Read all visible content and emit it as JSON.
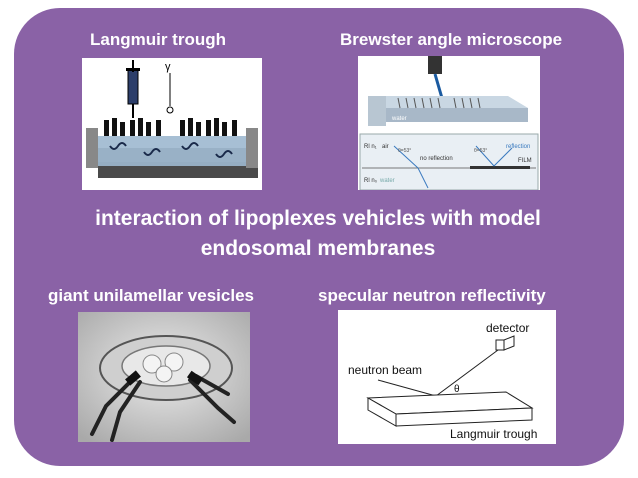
{
  "labels": {
    "top_left": "Langmuir trough",
    "top_right": "Brewster angle microscope",
    "bottom_left": "giant unilamellar vesicles",
    "bottom_right": "specular neutron reflectivity"
  },
  "center": {
    "line1": "interaction of lipoplexes vehicles with model",
    "line2": "endosomal membranes"
  },
  "langmuir_trough_image": {
    "gamma_symbol": "γ"
  },
  "brewster_image": {
    "water_top": "water",
    "air_left": "air",
    "n1_label": "Rl n₁",
    "n0_label": "Rl n₀",
    "angle_left": "θ=53°",
    "no_reflection": "no reflection",
    "angle_right": "θ=53°",
    "reflection": "reflection",
    "film": "FILM",
    "water_bottom": "water"
  },
  "neutron_image": {
    "detector": "detector",
    "neutron_beam": "neutron beam",
    "theta": "θ",
    "trough": "Langmuir trough"
  },
  "colors": {
    "panel": "#8a62a6",
    "text": "#ffffff"
  }
}
